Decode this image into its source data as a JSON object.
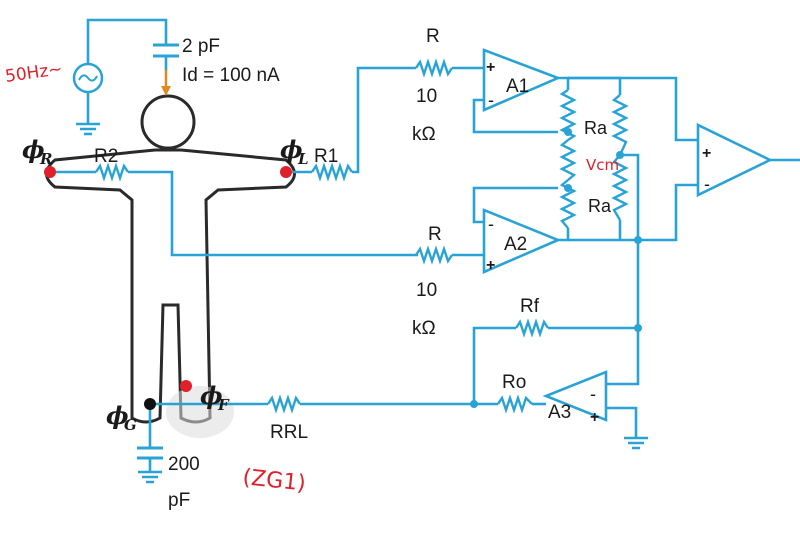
{
  "figure": {
    "wire_color": "#29a3d6",
    "body_color": "#2a2a2a",
    "electrode_color": "#e0202a",
    "annotation_color": "#e0202a"
  },
  "labels": {
    "cap_top": "2 pF",
    "id_current": "Id = 100 nA",
    "phi_r": "ϕ",
    "phi_r_sub": "R",
    "phi_l": "ϕ",
    "phi_l_sub": "L",
    "phi_f": "ϕ",
    "phi_f_sub": "F",
    "phi_g": "ϕ",
    "phi_g_sub": "G",
    "r2": "R2",
    "r1": "R1",
    "r_top": "R",
    "r_top_val": "10",
    "r_top_unit": "kΩ",
    "r_mid": "R",
    "r_mid_val": "10",
    "r_mid_unit": "kΩ",
    "a1": "A1",
    "a2": "A2",
    "a3": "A3",
    "ra_top": "Ra",
    "ra_bot": "Ra",
    "rf": "Rf",
    "ro": "Ro",
    "rrl": "RRL",
    "cap_bottom_val": "200",
    "cap_bottom_unit": "pF",
    "plus": "+",
    "minus": "-"
  },
  "annotations": {
    "source": "50Hz~",
    "vcm": "Vcm",
    "zg": "(ZG1)"
  }
}
